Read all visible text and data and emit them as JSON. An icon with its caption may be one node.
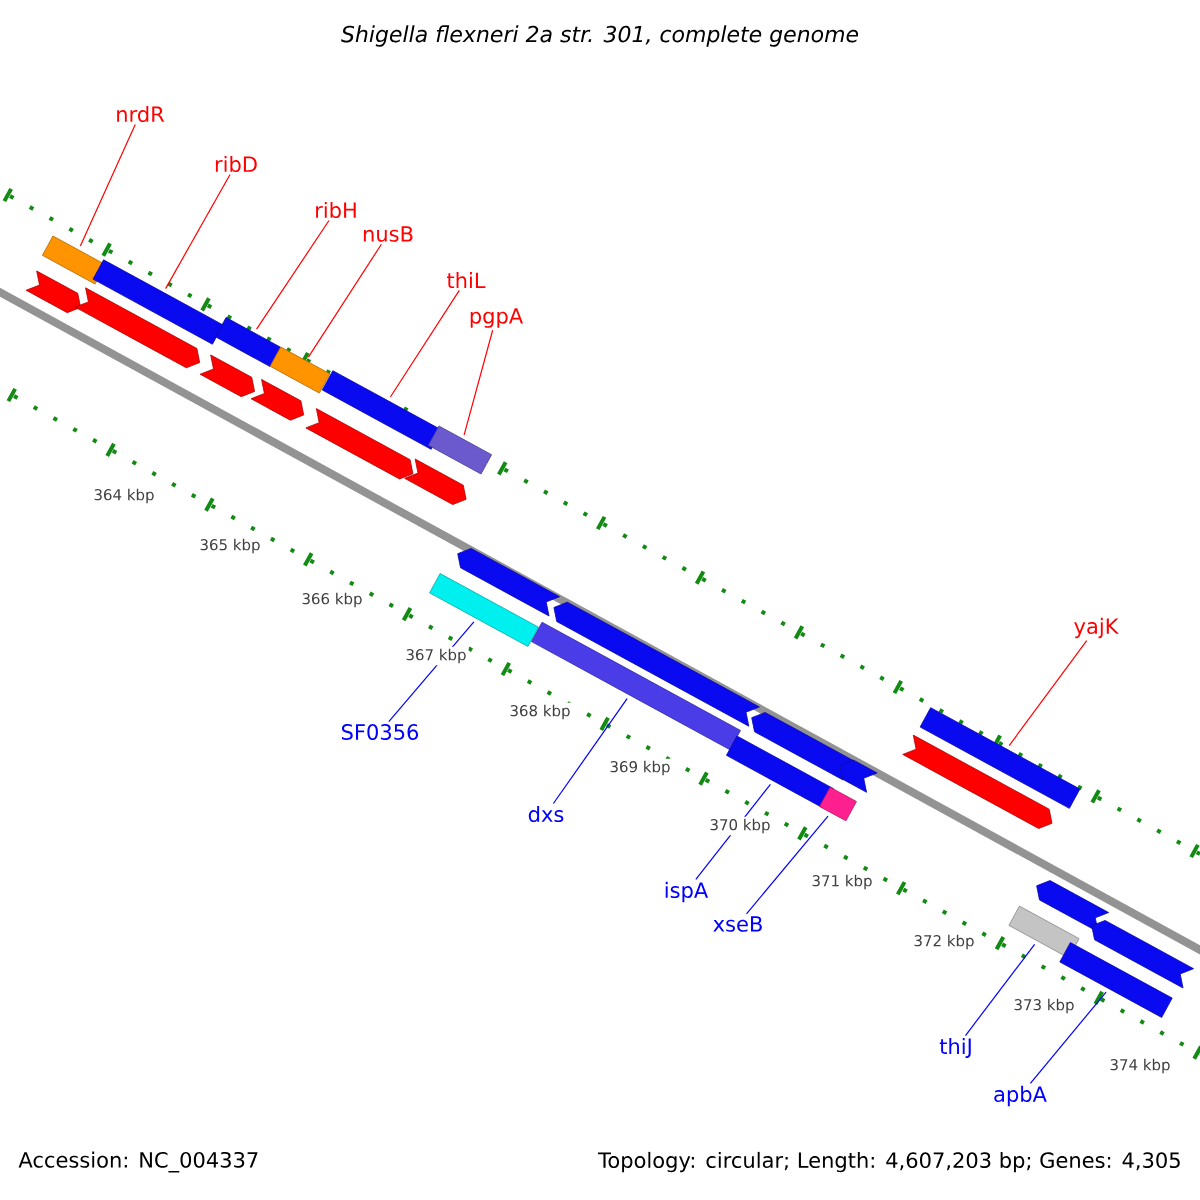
{
  "diagram": {
    "title": "Shigella flexneri 2a str. 301, complete genome",
    "nodes": [
      {
        "text": [
          "nrdR"
        ]
      },
      {
        "text": [
          "ribD"
        ]
      },
      {
        "text": [
          "ribH"
        ]
      },
      {
        "text": [
          "nusB"
        ]
      },
      {
        "text": [
          "thiL"
        ]
      },
      {
        "text": [
          "pgpA"
        ]
      },
      {
        "text": [
          "yajK"
        ]
      },
      {
        "text": [
          "SF0356"
        ]
      },
      {
        "text": [
          "dxs"
        ]
      },
      {
        "text": [
          "ispA"
        ]
      },
      {
        "text": [
          "xseB"
        ]
      },
      {
        "text": [
          "thiJ"
        ]
      },
      {
        "text": [
          "apbA"
        ]
      },
      {
        "text": [],
        "shape": "bar"
      },
      {
        "text": [],
        "shape": "arrow"
      },
      {
        "text": [],
        "shape": "bar"
      },
      {
        "text": [],
        "shape": "arrow"
      },
      {
        "text": [],
        "shape": "bar"
      },
      {
        "text": [],
        "shape": "arrow"
      },
      {
        "text": [],
        "shape": "bar"
      },
      {
        "text": [],
        "shape": "arrow"
      },
      {
        "text": [],
        "shape": "bar"
      },
      {
        "text": [],
        "shape": "arrow"
      },
      {
        "text": [],
        "shape": "bar"
      },
      {
        "text": [],
        "shape": "arrow"
      },
      {
        "text": [],
        "shape": "bar"
      },
      {
        "text": [],
        "shape": "arrow"
      },
      {
        "text": [],
        "shape": "bar"
      },
      {
        "text": [],
        "shape": "arrow"
      },
      {
        "text": [],
        "shape": "bar"
      },
      {
        "text": [],
        "shape": "arrow"
      },
      {
        "text": [],
        "shape": "bar"
      },
      {
        "text": [],
        "shape": "arrow"
      },
      {
        "text": [],
        "shape": "arrow"
      },
      {
        "text": [],
        "shape": "bar"
      },
      {
        "text": [],
        "shape": "bar"
      },
      {
        "text": [],
        "shape": "arrow"
      },
      {
        "text": [],
        "shape": "bar"
      },
      {
        "text": [],
        "shape": "arrow"
      }
    ],
    "edges": [
      {
        "from": 0,
        "to": 13,
        "arrow": "none"
      },
      {
        "from": 1,
        "to": 15,
        "arrow": "none"
      },
      {
        "from": 2,
        "to": 17,
        "arrow": "none"
      },
      {
        "from": 3,
        "to": 19,
        "arrow": "none"
      },
      {
        "from": 4,
        "to": 21,
        "arrow": "none"
      },
      {
        "from": 5,
        "to": 23,
        "arrow": "none"
      },
      {
        "from": 6,
        "to": 34,
        "arrow": "none"
      },
      {
        "from": 7,
        "to": 25,
        "arrow": "none",
        "color": "#0000ff"
      },
      {
        "from": 8,
        "to": 27,
        "arrow": "none",
        "color": "#0000ff"
      },
      {
        "from": 9,
        "to": 29,
        "arrow": "none",
        "color": "#0000ff"
      },
      {
        "from": 10,
        "to": 31,
        "arrow": "none",
        "color": "#0000ff"
      },
      {
        "from": 11,
        "to": 35,
        "arrow": "none",
        "color": "#0000ff"
      },
      {
        "from": 12,
        "to": 37,
        "arrow": "none",
        "color": "#0000ff"
      }
    ],
    "labels": [
      "364 kbp",
      "365 kbp",
      "366 kbp",
      "367 kbp",
      "368 kbp",
      "369 kbp",
      "370 kbp",
      "371 kbp",
      "372 kbp",
      "373 kbp",
      "374 kbp",
      "Accession: NC_004337",
      "Topology: circular; Length: 4,607,203 bp; Genes: 4,305"
    ]
  }
}
